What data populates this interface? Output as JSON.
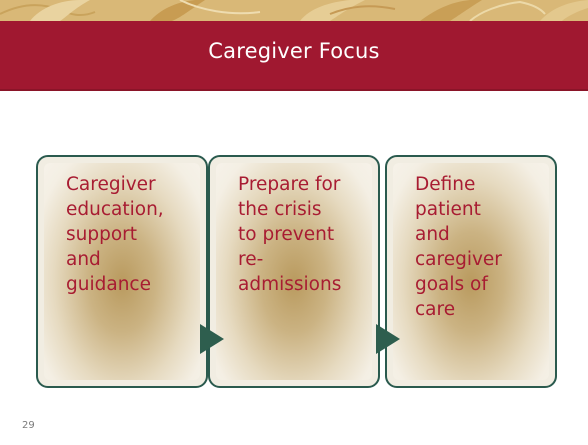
{
  "slide": {
    "title": "Caregiver Focus",
    "number": "29"
  },
  "steps": [
    {
      "label": "Caregiver\neducation,\nsupport\nand\nguidance"
    },
    {
      "label": "Prepare for\nthe crisis\nto prevent\nre-\nadmissions"
    },
    {
      "label": "Define\npatient\nand\ncaregiver\ngoals of\ncare"
    }
  ],
  "colors": {
    "banner": "#a01830",
    "box_text": "#a81c32",
    "box_border": "#2a5a4e",
    "arrow": "#2e5e4e",
    "decor_strip": "#d9b877"
  }
}
